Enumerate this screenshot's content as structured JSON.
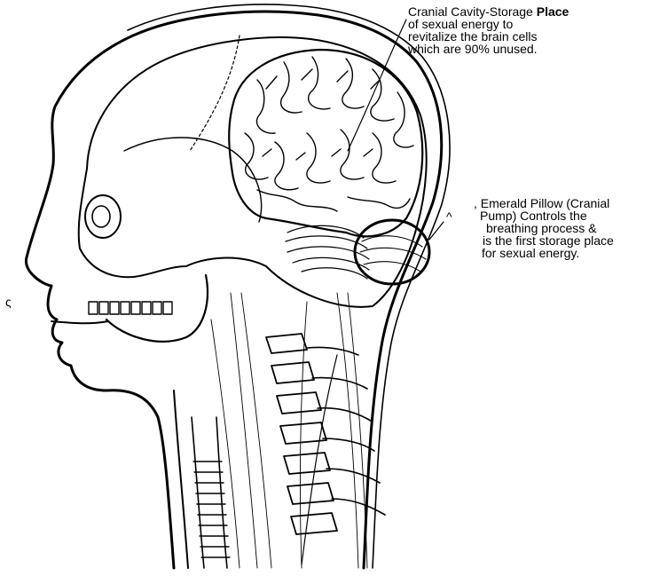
{
  "cranial_callout": {
    "line1_prefix": "Cranial Cavity-Storage",
    "line1_bold": "Place",
    "line2": "of sexual energy to",
    "line3": "revitalize the brain cells",
    "line4": "which are 90% unused."
  },
  "pillow_callout": {
    "line1": ", Emerald Pillow (Cranial",
    "line2": "Pump) Controls the",
    "line3": "breathing process &",
    "line4": "is the first storage place",
    "line5": "for sexual energy."
  },
  "marks": {
    "caret": "^",
    "stray": "ς"
  },
  "colors": {
    "ink": "#000000",
    "paper": "#ffffff"
  }
}
